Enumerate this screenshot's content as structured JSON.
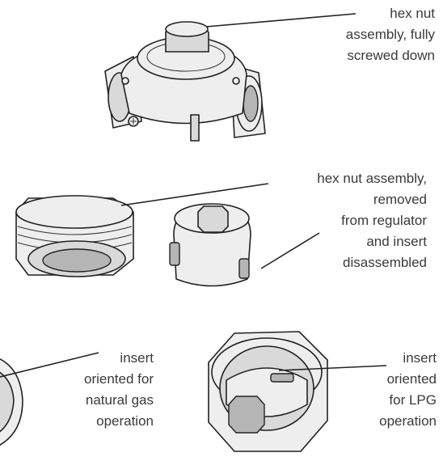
{
  "labels": {
    "top": [
      "hex nut",
      "assembly, fully",
      "screwed down"
    ],
    "middle": [
      "hex nut assembly,",
      "removed",
      "from regulator",
      "and insert",
      "disassembled"
    ],
    "bottom_left": [
      "insert",
      "oriented for",
      "natural gas",
      "operation"
    ],
    "bottom_right": [
      "insert",
      "oriented",
      "for LPG",
      "operation"
    ]
  },
  "colors": {
    "text": "#3a3a3a",
    "line": "#222222",
    "fill_light": "#eeeeee",
    "fill_mid": "#d9d9d9",
    "fill_dark": "#b5b5b5"
  }
}
